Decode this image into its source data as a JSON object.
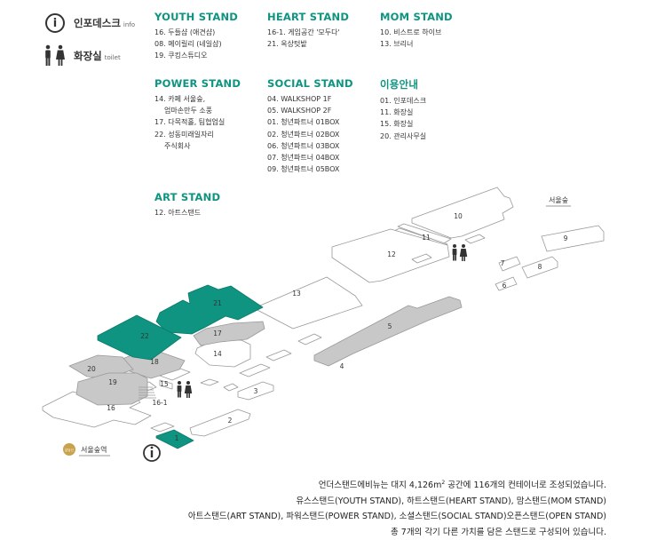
{
  "legend": {
    "info_label": "인포데스크",
    "info_label_en": "info",
    "toilet_label": "화장실",
    "toilet_label_en": "toilet"
  },
  "stands": {
    "youth": {
      "title": "YOUTH STAND",
      "items": [
        "16. 두들샵 (애견샵)",
        "08. 메이릴리 (네일샵)",
        "19. 쿠킹스튜디오"
      ]
    },
    "heart": {
      "title": "HEART STAND",
      "items": [
        "16-1. 게임공간 '모두다'",
        "21. 옥상텃밭"
      ]
    },
    "mom": {
      "title": "MOM STAND",
      "items": [
        "10. 비스트로 하이브",
        "13. 브리너"
      ]
    },
    "power": {
      "title": "POWER STAND",
      "items": [
        "14. 카페 서울숲,",
        "엄마손만두 소풍",
        "17. 다목적홀, 팀협업실",
        "22. 성동미래일자리",
        "주식회사"
      ]
    },
    "social": {
      "title": "SOCIAL STAND",
      "items": [
        "04. WALKSHOP 1F",
        "05. WALKSHOP 2F",
        "01. 청년파트너 01BOX",
        "02. 청년파트너 02BOX",
        "06. 청년파트너 03BOX",
        "07. 청년파트너 04BOX",
        "09. 청년파트너 05BOX"
      ]
    },
    "usage": {
      "title": "이용안내",
      "items": [
        "01. 인포데스크",
        "11. 화장실",
        "15. 화장실",
        "20. 관리사무실"
      ]
    },
    "art": {
      "title": "ART STAND",
      "items": [
        "12. 아트스탠드"
      ]
    }
  },
  "map": {
    "labels": {
      "seoulforest": "서울숲",
      "station": "서울숲역",
      "station_badge": "분당선",
      "sup2": "2"
    },
    "units": [
      "1",
      "2",
      "3",
      "4",
      "5",
      "6",
      "7",
      "8",
      "9",
      "10",
      "11",
      "12",
      "13",
      "14",
      "15",
      "16",
      "16-1",
      "17",
      "18",
      "19",
      "20",
      "21",
      "22"
    ],
    "colors": {
      "green": "#0e9480",
      "gray": "#c8c8c8",
      "outline": "#999999",
      "station": "#c8a24c"
    }
  },
  "info": {
    "line1_a": "언더스탠드에비뉴는 대지 4,126m",
    "line1_b": " 공간에 116개의 컨테이너로 조성되었습니다.",
    "line2": "유스스탠드(YOUTH STAND), 하트스탠드(HEART STAND), 맘스탠드(MOM STAND)",
    "line3": "아트스탠드(ART STAND), 파워스탠드(POWER STAND), 소셜스탠드(SOCIAL STAND)오픈스탠드(OPEN STAND)",
    "line4": "총 7개의 각기 다른 가치를 담은 스탠드로 구성되어 있습니다."
  }
}
